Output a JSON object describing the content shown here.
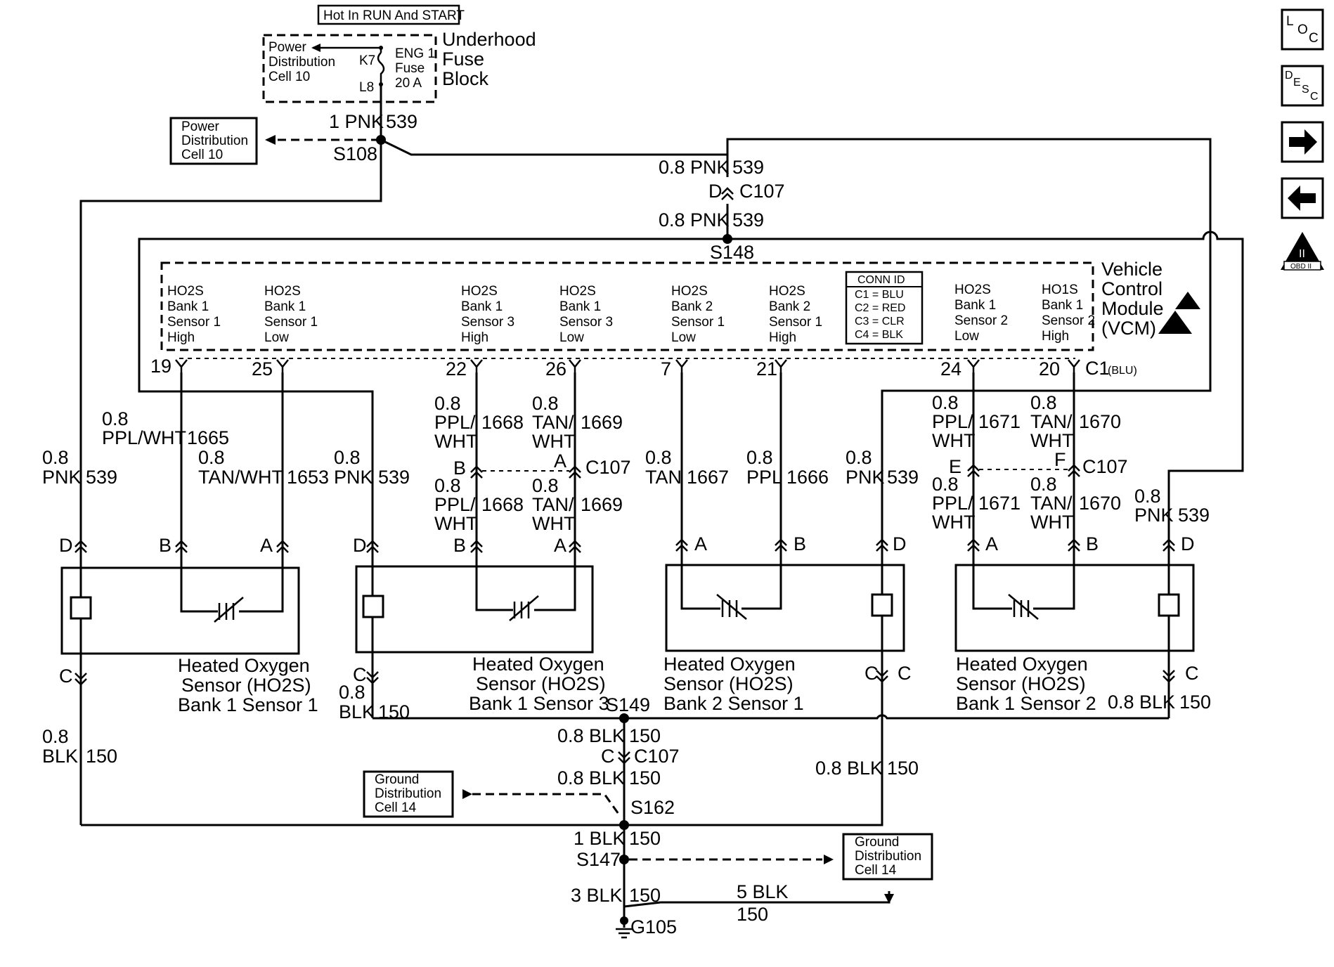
{
  "fuse_block": {
    "hot_label": "Hot In RUN And START",
    "power_dist_lines": [
      "Power",
      "Distribution",
      "Cell 10"
    ],
    "pin_k7": "K7",
    "pin_l8": "L8",
    "fuse_lines": [
      "ENG 1",
      "Fuse",
      "20 A"
    ],
    "title_lines": [
      "Underhood",
      "Fuse",
      "Block"
    ]
  },
  "power_dist_box": [
    "Power",
    "Distribution",
    "Cell 10"
  ],
  "splices": {
    "s108": "S108",
    "s148": "S148",
    "s149": "S149",
    "s162": "S162",
    "s147": "S147",
    "g105": "G105"
  },
  "wires": {
    "w1pnk_size": "1 PNK",
    "w1pnk_ckt": "539",
    "w08pnk_a": "0.8 PNK",
    "w08pnk_a_ckt": "539",
    "c107_top_pin": "D",
    "c107": "C107",
    "w08pnk_b": "0.8 PNK",
    "w08pnk_b_ckt": "539",
    "left_pnk": [
      "0.8",
      "PNK"
    ],
    "left_pnk_ckt": "539",
    "ppl_wht_1665": [
      "0.8",
      "PPL/WHT"
    ],
    "ckt_1665": "1665",
    "tan_wht_1653": [
      "0.8",
      "TAN/WHT"
    ],
    "ckt_1653": "1653",
    "pnk_s3": [
      "0.8",
      "PNK"
    ],
    "pnk_s3_ckt": "539",
    "ppl_wht_1668_top": [
      "0.8",
      "PPL/",
      "WHT"
    ],
    "ckt_1668": "1668",
    "tan_wht_1669_top": [
      "0.8",
      "TAN/",
      "WHT"
    ],
    "ckt_1669": "1669",
    "ppl_wht_1668_bot": [
      "0.8",
      "PPL/",
      "WHT"
    ],
    "tan_wht_1669_bot": [
      "0.8",
      "TAN/",
      "WHT"
    ],
    "tan_1667": [
      "0.8",
      "TAN"
    ],
    "ckt_1667": "1667",
    "ppl_1666": [
      "0.8",
      "PPL"
    ],
    "ckt_1666": "1666",
    "pnk_b2s1": [
      "0.8",
      "PNK"
    ],
    "pnk_b2s1_ckt": "539",
    "ppl_wht_1671_top": [
      "0.8",
      "PPL/",
      "WHT"
    ],
    "ckt_1671": "1671",
    "tan_wht_1670_top": [
      "0.8",
      "TAN/",
      "WHT"
    ],
    "ckt_1670": "1670",
    "ppl_wht_1671_bot": [
      "0.8",
      "PPL/",
      "WHT"
    ],
    "tan_wht_1670_bot": [
      "0.8",
      "TAN/",
      "WHT"
    ],
    "pnk_b1s2": [
      "0.8",
      "PNK"
    ],
    "pnk_b1s2_ckt": "539",
    "blk_left": [
      "0.8",
      "BLK"
    ],
    "blk_left_ckt": "150",
    "blk_s3": [
      "0.8",
      "BLK"
    ],
    "blk_s3_ckt": "150",
    "blk_b1s2": "0.8 BLK",
    "blk_b1s2_ckt": "150",
    "blk_s149": "0.8 BLK",
    "blk_s149_ckt": "150",
    "c107_bot_pin": "C",
    "c107_bot": "C107",
    "blk_s162": "0.8 BLK",
    "blk_s162_ckt": "150",
    "blk_right": "0.8 BLK",
    "blk_right_ckt": "150",
    "blk1": "1 BLK",
    "blk1_ckt": "150",
    "blk3": "3 BLK",
    "blk3_ckt": "150",
    "blk5": "5 BLK",
    "blk5_ckt": "150"
  },
  "vcm": {
    "title_lines": [
      "Vehicle",
      "Control",
      "Module",
      "(VCM)"
    ],
    "conn_id": [
      "CONN ID",
      "C1 = BLU",
      "C2 = RED",
      "C3 = CLR",
      "C4 = BLK"
    ],
    "pins": [
      {
        "num": "19",
        "lines": [
          "HO2S",
          "Bank 1",
          "Sensor 1",
          "High"
        ]
      },
      {
        "num": "25",
        "lines": [
          "HO2S",
          "Bank 1",
          "Sensor 1",
          "Low"
        ]
      },
      {
        "num": "22",
        "lines": [
          "HO2S",
          "Bank 1",
          "Sensor 3",
          "High"
        ]
      },
      {
        "num": "26",
        "lines": [
          "HO2S",
          "Bank 1",
          "Sensor 3",
          "Low"
        ]
      },
      {
        "num": "7",
        "lines": [
          "HO2S",
          "Bank 2",
          "Sensor 1",
          "Low"
        ]
      },
      {
        "num": "21",
        "lines": [
          "HO2S",
          "Bank 2",
          "Sensor 1",
          "High"
        ]
      },
      {
        "num": "24",
        "lines": [
          "HO2S",
          "Bank 1",
          "Sensor 2",
          "Low"
        ]
      },
      {
        "num": "20",
        "lines": [
          "HO1S",
          "Bank 1",
          "Sensor 2",
          "High"
        ]
      }
    ],
    "connector": "C1",
    "connector_color": "(BLU)"
  },
  "c107_mid": {
    "left_pin_a": "B",
    "right_pin_a": "A",
    "name_a": "C107",
    "left_pin_b": "E",
    "right_pin_b": "F",
    "name_b": "C107"
  },
  "sensors": [
    {
      "title": [
        "Heated Oxygen",
        "Sensor (HO2S)",
        "Bank 1 Sensor 1"
      ],
      "pins": [
        "D",
        "B",
        "A",
        "C"
      ]
    },
    {
      "title": [
        "Heated Oxygen",
        "Sensor (HO2S)",
        "Bank 1 Sensor 3"
      ],
      "pins": [
        "D",
        "B",
        "A",
        "C"
      ]
    },
    {
      "title": [
        "Heated Oxygen",
        "Sensor (HO2S)",
        "Bank 2 Sensor 1"
      ],
      "pins": [
        "A",
        "B",
        "D",
        "C"
      ]
    },
    {
      "title": [
        "Heated Oxygen",
        "Sensor (HO2S)",
        "Bank 1 Sensor 2"
      ],
      "pins": [
        "A",
        "B",
        "D",
        "C"
      ]
    }
  ],
  "ground_dist_1": [
    "Ground",
    "Distribution",
    "Cell 14"
  ],
  "ground_dist_2": [
    "Ground",
    "Distribution",
    "Cell 14"
  ],
  "side_icons": {
    "loc": [
      "L",
      "O",
      "C"
    ],
    "desc": [
      "D",
      "E",
      "S",
      "C"
    ],
    "next": "right-arrow-icon",
    "prev": "left-arrow-icon",
    "obd": [
      "II",
      "OBD II"
    ]
  }
}
